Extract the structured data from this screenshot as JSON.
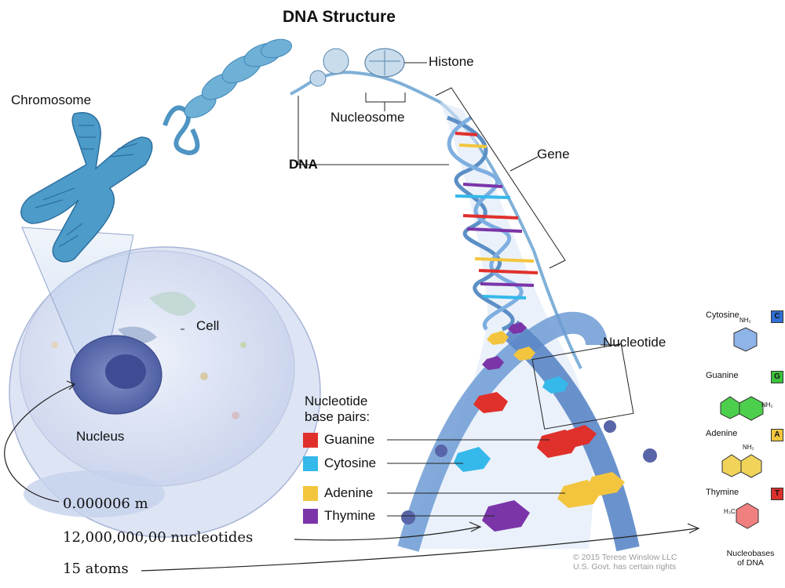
{
  "title": "DNA Structure",
  "labels": {
    "chromosome": "Chromosome",
    "histone": "Histone",
    "nucleosome": "Nucleosome",
    "dna": "DNA",
    "gene": "Gene",
    "cell": "Cell",
    "nucleus": "Nucleus",
    "nucleotide": "Nucleotide"
  },
  "legend": {
    "title_line1": "Nucleotide",
    "title_line2": "base pairs:",
    "items": [
      {
        "label": "Guanine",
        "color": "#e0302c"
      },
      {
        "label": "Cytosine",
        "color": "#35b8ea"
      },
      {
        "label": "Adenine",
        "color": "#f3c53e"
      },
      {
        "label": "Thymine",
        "color": "#7b35a8"
      }
    ]
  },
  "annotations": {
    "size": "0.000006 m",
    "nucleotides": "12,000,000,00 nucleotides",
    "atoms": "15 atoms"
  },
  "nucleobases": {
    "items": [
      {
        "name": "Cytosine",
        "letter": "C",
        "badge_color": "#2f6fd6",
        "molecule_color": "#8fb4e8",
        "group_label": "NH₂"
      },
      {
        "name": "Guanine",
        "letter": "G",
        "badge_color": "#3cc23c",
        "molecule_color": "#4ccf4c",
        "group_label": "NH₂"
      },
      {
        "name": "Adenine",
        "letter": "A",
        "badge_color": "#f3c53e",
        "molecule_color": "#f1d35a",
        "group_label": "NH₂"
      },
      {
        "name": "Thymine",
        "letter": "T",
        "badge_color": "#d9302c",
        "molecule_color": "#f08080",
        "group_label": "H₃C"
      }
    ],
    "caption_line1": "Nucleobases",
    "caption_line2": "of DNA"
  },
  "copyright": {
    "line1": "© 2015 Terese Winslow LLC",
    "line2": "U.S. Govt. has certain rights"
  }
}
